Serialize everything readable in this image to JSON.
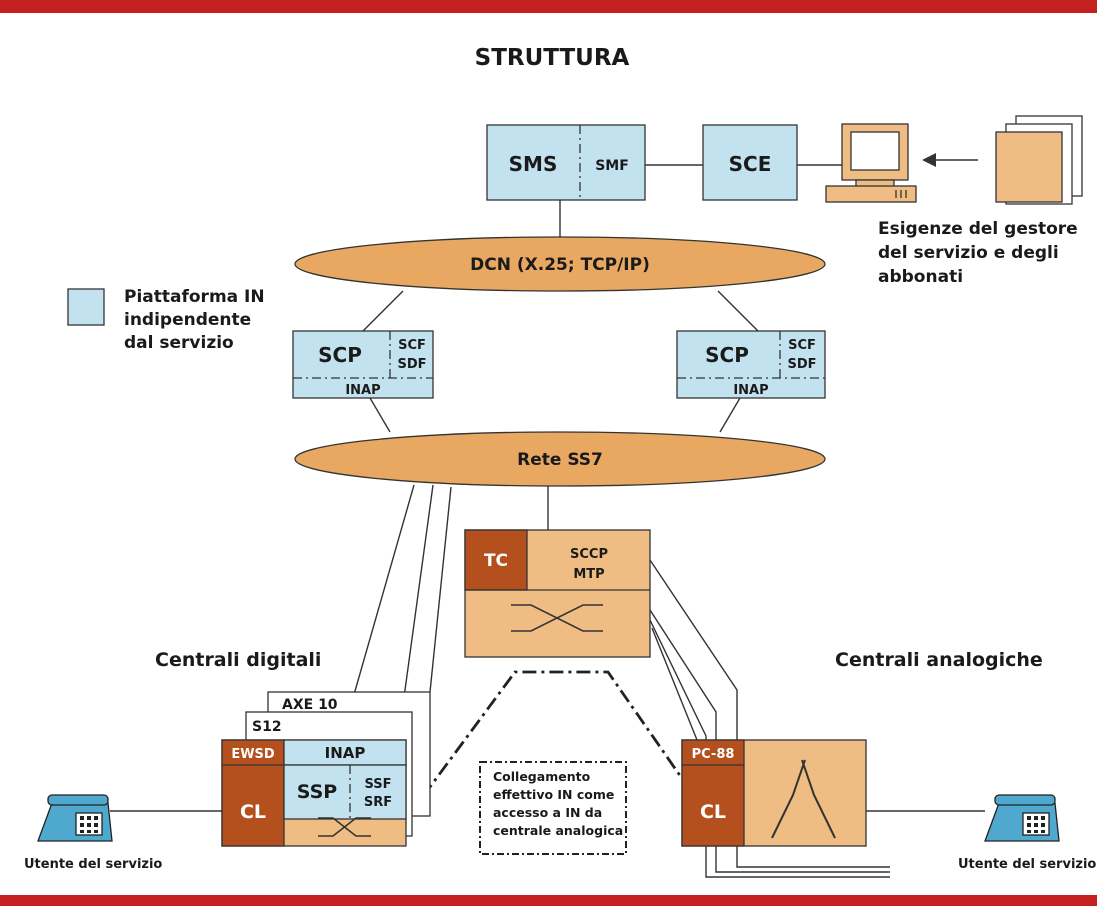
{
  "title": "STRUTTURA",
  "colors": {
    "border_red": "#c4201f",
    "platform_blue": "#c3e2f0",
    "exchange_orange": "#efbd84",
    "dark_orange": "#b4501e",
    "ellipse_orange": "#e9a862",
    "line": "#333333"
  },
  "legend": {
    "lines": [
      "Piattaforma IN",
      "indipendente",
      "dal servizio"
    ]
  },
  "sms": {
    "label": "SMS",
    "function": "SMF"
  },
  "sce": {
    "label": "SCE"
  },
  "terminal": {
    "icon": "computer-terminal-icon"
  },
  "requirements": {
    "icon": "documents-stack-icon",
    "lines": [
      "Esigenze del gestore",
      "del servizio e degli",
      "abbonati"
    ]
  },
  "dcn": {
    "label": "DCN (X.25; TCP/IP)"
  },
  "scp_left": {
    "label": "SCP",
    "functions": [
      "SCF",
      "SDF"
    ],
    "protocol": "INAP"
  },
  "scp_right": {
    "label": "SCP",
    "functions": [
      "SCF",
      "SDF"
    ],
    "protocol": "INAP"
  },
  "ss7": {
    "label": "Rete SS7"
  },
  "stp": {
    "tc": "TC",
    "layers": [
      "SCCP",
      "MTP"
    ]
  },
  "digital": {
    "heading": "Centrali digitali",
    "axe": "AXE 10",
    "s12": "S12",
    "ewsd": "EWSD",
    "inap": "INAP",
    "ssp": "SSP",
    "functions": [
      "SSF",
      "SRF"
    ],
    "cl": "CL"
  },
  "analog": {
    "heading": "Centrali analogiche",
    "pc88": "PC-88",
    "cl": "CL"
  },
  "note": {
    "lines": [
      "Collegamento",
      "effettivo IN come",
      "accesso a IN da",
      "centrale analogica"
    ]
  },
  "user_left": {
    "icon": "telephone-icon",
    "label": "Utente del servizio"
  },
  "user_right": {
    "icon": "telephone-icon",
    "label": "Utente del servizio"
  }
}
